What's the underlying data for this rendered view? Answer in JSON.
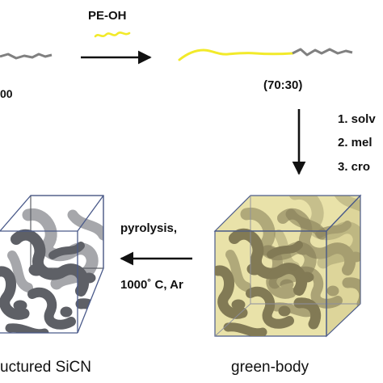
{
  "reagent_label": "PE-OH",
  "ratio_label": "(70:30)",
  "left_fragment_label": "00",
  "steps": [
    "1. solv",
    "2. mel",
    "3. cro"
  ],
  "conditions": {
    "line1": "pyrolysis,",
    "line2": "1000˚ C, Ar"
  },
  "products": {
    "left_caption": "uctured SiCN",
    "right_caption": "green-body"
  },
  "colors": {
    "polymer_gray": "#808080",
    "pe_yellow": "#F2EA2A",
    "cube_fill_green": "#E9E2A9",
    "struct_olive": "#827A55",
    "struct_dark": "#5E6066"
  }
}
